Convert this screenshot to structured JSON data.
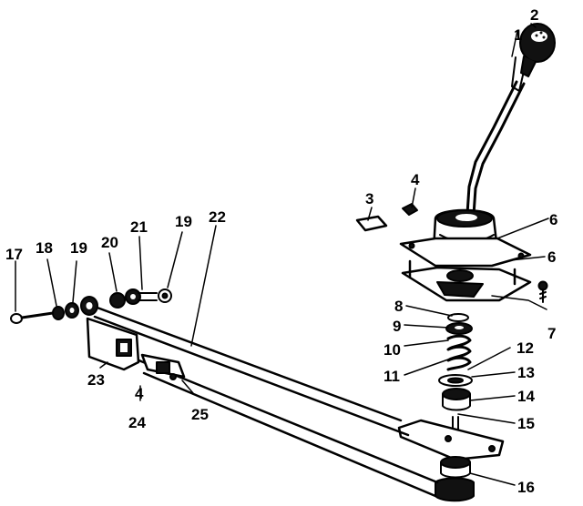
{
  "callouts": [
    {
      "id": "c1",
      "text": "1"
    },
    {
      "id": "c2",
      "text": "2"
    },
    {
      "id": "c3",
      "text": "3"
    },
    {
      "id": "c4a",
      "text": "4"
    },
    {
      "id": "c6a",
      "text": "6"
    },
    {
      "id": "c6b",
      "text": "6"
    },
    {
      "id": "c7",
      "text": "7"
    },
    {
      "id": "c8",
      "text": "8"
    },
    {
      "id": "c9",
      "text": "9"
    },
    {
      "id": "c10",
      "text": "10"
    },
    {
      "id": "c11",
      "text": "11"
    },
    {
      "id": "c12",
      "text": "12"
    },
    {
      "id": "c13",
      "text": "13"
    },
    {
      "id": "c14",
      "text": "14"
    },
    {
      "id": "c15",
      "text": "15"
    },
    {
      "id": "c16",
      "text": "16"
    },
    {
      "id": "c17",
      "text": "17"
    },
    {
      "id": "c18",
      "text": "18"
    },
    {
      "id": "c19a",
      "text": "19"
    },
    {
      "id": "c20",
      "text": "20"
    },
    {
      "id": "c21",
      "text": "21"
    },
    {
      "id": "c19b",
      "text": "19"
    },
    {
      "id": "c22",
      "text": "22"
    },
    {
      "id": "c23",
      "text": "23"
    },
    {
      "id": "c4b",
      "text": "4"
    },
    {
      "id": "c24",
      "text": "24"
    },
    {
      "id": "c25",
      "text": "25"
    }
  ]
}
